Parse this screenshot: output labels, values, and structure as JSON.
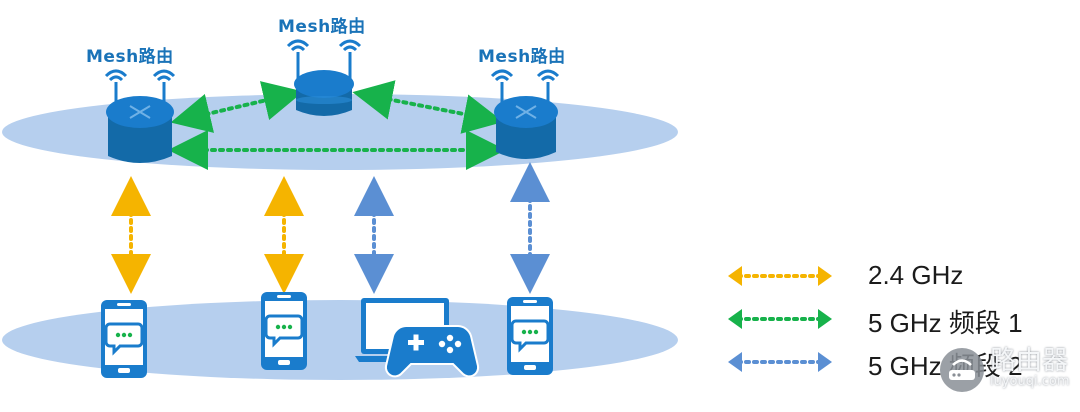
{
  "labels": {
    "router_left": "Mesh路由",
    "router_top": "Mesh路由",
    "router_right": "Mesh路由"
  },
  "legend": [
    {
      "label": "2.4 GHz",
      "color": "#f5b400"
    },
    {
      "label": "5 GHz 频段 1",
      "color": "#17b24b"
    },
    {
      "label": "5 GHz 频段 2",
      "color": "#5b8fd3"
    }
  ],
  "watermark": {
    "name": "路由器",
    "url": "luyouqi.com"
  },
  "colors": {
    "ellipse": "#b6cfee",
    "device": "#1a7ccc",
    "device_dark": "#136aa8",
    "band24": "#f5b400",
    "band5a": "#17b24b",
    "band5b": "#5b8fd3"
  },
  "icons": [
    "router-icon",
    "antenna-icon",
    "phone-icon",
    "chat-bubble-icon",
    "laptop-icon",
    "gamepad-icon"
  ]
}
